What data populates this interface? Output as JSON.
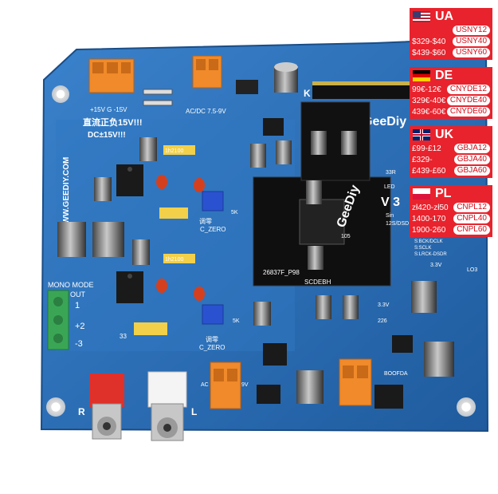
{
  "board": {
    "silk_supply_pins": "+15V   G   -15V",
    "silk_supply_note": "直流正负15V!!!",
    "silk_dc_note": "DC±15V!!!",
    "silk_acdc_top": "AC/DC 7.5-9V",
    "silk_website": "WWW.GEEDIY.COM",
    "silk_brand": "GeeDiy",
    "silk_version": "V 3",
    "silk_mono_mode": "MONO MODE",
    "silk_out": "OUT",
    "silk_pin1": "1",
    "silk_pin2": "+2",
    "silk_pin3": "-3",
    "silk_czero_top": "C_ZERO",
    "silk_czero_bottom": "C_ZERO",
    "silk_adjust_top": "调零",
    "silk_adjust_bottom": "调零",
    "silk_r_label": "R",
    "silk_l_label": "L",
    "silk_5k_top": "5K",
    "silk_5k_bottom": "5K",
    "silk_cap_top": "1h2100",
    "silk_cap_bottom": "1h2100",
    "silk_33": "33",
    "silk_chip_id": "26837F_P98",
    "silk_chip_code": "SCDEBH",
    "silk_105": "105",
    "silk_bottom_chip": "BOOFDA",
    "silk_led": "LED",
    "silk_33r": "33R",
    "silk_sin": "Sin",
    "silk_12s": "12S/DSD",
    "silk_bck": "S:BCK/DCLK",
    "silk_sclk": "S:SCLK",
    "silk_lrck": "S:LRCK-DSDR",
    "silk_33v_a": "3.3V",
    "silk_33v_b": "3.3V",
    "silk_226": "226",
    "silk_lo3": "LO3",
    "silk_ac_bottom": "AC",
    "silk_9v_bottom": "9V",
    "silk_k": "K"
  },
  "price_tags": [
    {
      "code": "UA",
      "flag": "us",
      "rows": [
        {
          "price": "",
          "code": "USNY12"
        },
        {
          "price": "$329-$40",
          "code": "USNY40"
        },
        {
          "price": "$439-$60",
          "code": "USNY60"
        }
      ]
    },
    {
      "code": "DE",
      "flag": "de",
      "rows": [
        {
          "price": "99€-12€",
          "code": "CNYDE12"
        },
        {
          "price": "329€-40€",
          "code": "CNYDE40"
        },
        {
          "price": "439€-60€",
          "code": "CNYDE60"
        }
      ]
    },
    {
      "code": "UK",
      "flag": "uk",
      "rows": [
        {
          "price": "£99-£12",
          "code": "GBJA12"
        },
        {
          "price": "£329-",
          "code": "GBJA40"
        },
        {
          "price": "£439-£60",
          "code": "GBJA60"
        }
      ]
    },
    {
      "code": "PL",
      "flag": "pl",
      "rows": [
        {
          "price": "zł420-zł50",
          "code": "CNPL12"
        },
        {
          "price": "1400-170",
          "code": "CNPL40"
        },
        {
          "price": "1900-260",
          "code": "CNPL60"
        }
      ]
    }
  ],
  "colors": {
    "pcb_blue": "#2a6fb8",
    "pcb_edge": "#1f5b9e",
    "tag_red": "#e8232d",
    "terminal_orange": "#f08a2a",
    "terminal_green": "#3aa655"
  }
}
